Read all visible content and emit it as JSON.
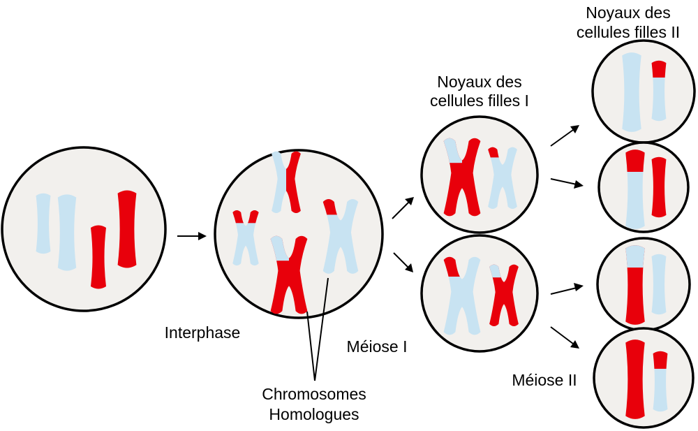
{
  "colors": {
    "paternal": "#e8000b",
    "maternal": "#c8e3f2",
    "cell_fill": "#f2f0ed",
    "outline": "#000000"
  },
  "labels": {
    "interphase": "Interphase",
    "meiose_1": "Méiose I",
    "meiose_2": "Méiose II",
    "daughter_1_line1": "Noyaux des",
    "daughter_1_line2": "cellules filles I",
    "daughter_2_line1": "Noyaux des",
    "daughter_2_line2": "cellules filles II",
    "homologues_line1": "Chromosomes",
    "homologues_line2": "Homologues"
  }
}
